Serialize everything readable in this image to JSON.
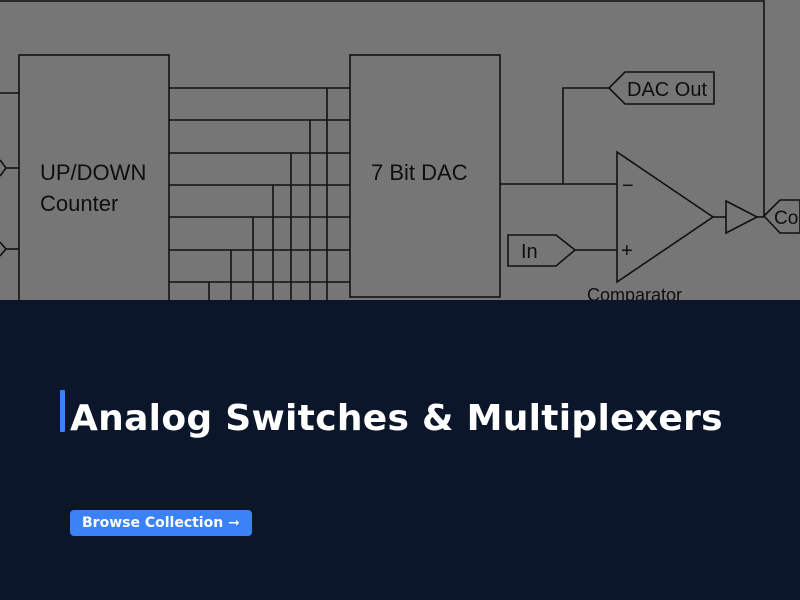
{
  "hero": {
    "diagram": {
      "counter_label_line1": "UP/DOWN",
      "counter_label_line2": "Counter",
      "dac_label": "7 Bit DAC",
      "dac_out_label": "DAC Out",
      "in_label": "In",
      "minus_symbol": "−",
      "plus_symbol": "+",
      "comparator_label": "Comparator",
      "output_label": "Co"
    }
  },
  "title": "Analog Switches & Multiplexers",
  "cta": {
    "label": "Browse Collection ➞"
  },
  "colors": {
    "background": "#0b162b",
    "accent": "#3b82f6",
    "image_overlay": "#767676"
  }
}
